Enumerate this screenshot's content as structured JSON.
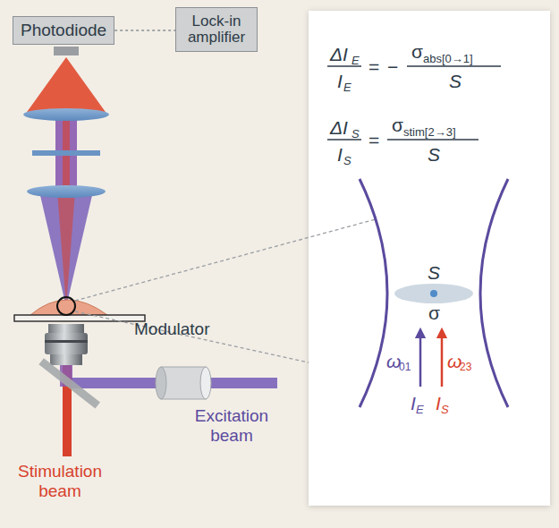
{
  "diagram": {
    "nodes": [
      {
        "text": [
          "Photodiode"
        ]
      },
      {
        "text": [
          "Lock-in amplifier"
        ]
      },
      {
        "text": [
          "Modulator"
        ]
      }
    ],
    "edges": [
      {
        "from": 0,
        "to": 1,
        "arrow": "none"
      }
    ],
    "labels": [
      "Excitation beam",
      "Stimulation beam",
      "ΔI",
      "E",
      "I",
      "E",
      "=",
      "−",
      "σ",
      "abs[0→1]",
      "S",
      "ΔI",
      "S",
      "I",
      "S",
      "=",
      "σ",
      "stim[2→3]",
      "S",
      "S",
      "σ",
      "ω",
      "01",
      "ω",
      "23",
      "I",
      "E",
      "I",
      "S"
    ]
  }
}
